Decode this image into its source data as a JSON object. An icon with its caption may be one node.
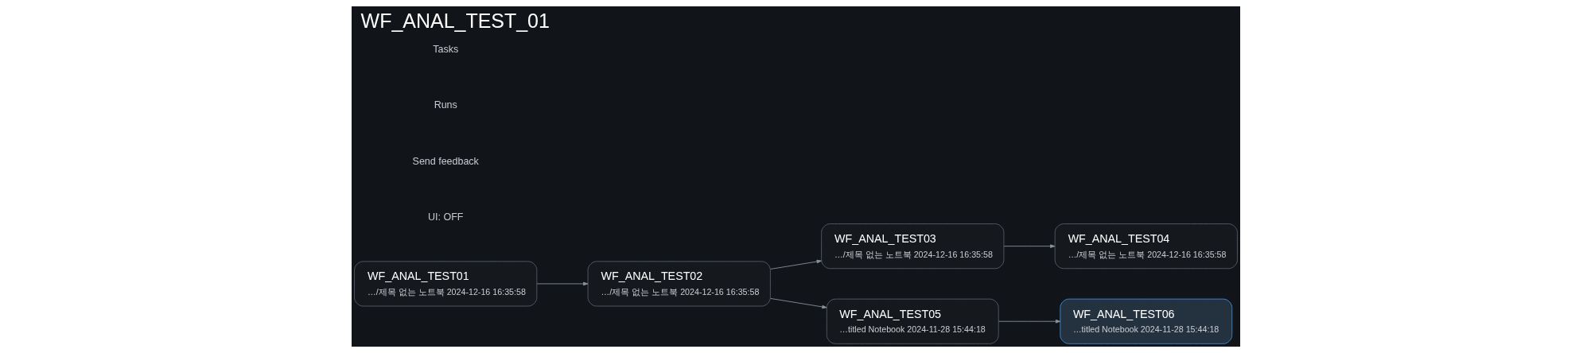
{
  "diagram": {
    "title": "WF_ANAL_TEST_01",
    "nodes": [
      {
        "text": [
          "WF_ANAL_TEST01",
          "…/제목 없는 노트북 2024-12-16 16:35:58"
        ]
      },
      {
        "text": [
          "WF_ANAL_TEST02",
          "…/제목 없는 노트북 2024-12-16 16:35:58"
        ]
      },
      {
        "text": [
          "WF_ANAL_TEST03",
          "…/제목 없는 노트북 2024-12-16 16:35:58"
        ]
      },
      {
        "text": [
          "WF_ANAL_TEST04",
          "…/제목 없는 노트북 2024-12-16 16:35:58"
        ]
      },
      {
        "text": [
          "WF_ANAL_TEST05",
          "…titled Notebook 2024-11-28 15:44:18"
        ]
      },
      {
        "text": [
          "WF_ANAL_TEST06",
          "…titled Notebook 2024-11-28 15:44:18"
        ]
      }
    ],
    "edges": [
      {
        "from": 0,
        "to": 1,
        "arrow": "to"
      },
      {
        "from": 1,
        "to": 2,
        "arrow": "to"
      },
      {
        "from": 1,
        "to": 4,
        "arrow": "to"
      },
      {
        "from": 2,
        "to": 3,
        "arrow": "to"
      },
      {
        "from": 4,
        "to": 5,
        "arrow": "to"
      }
    ],
    "labels": [
      "UI: OFF",
      "Send feedback",
      "Runs",
      "Tasks"
    ]
  }
}
